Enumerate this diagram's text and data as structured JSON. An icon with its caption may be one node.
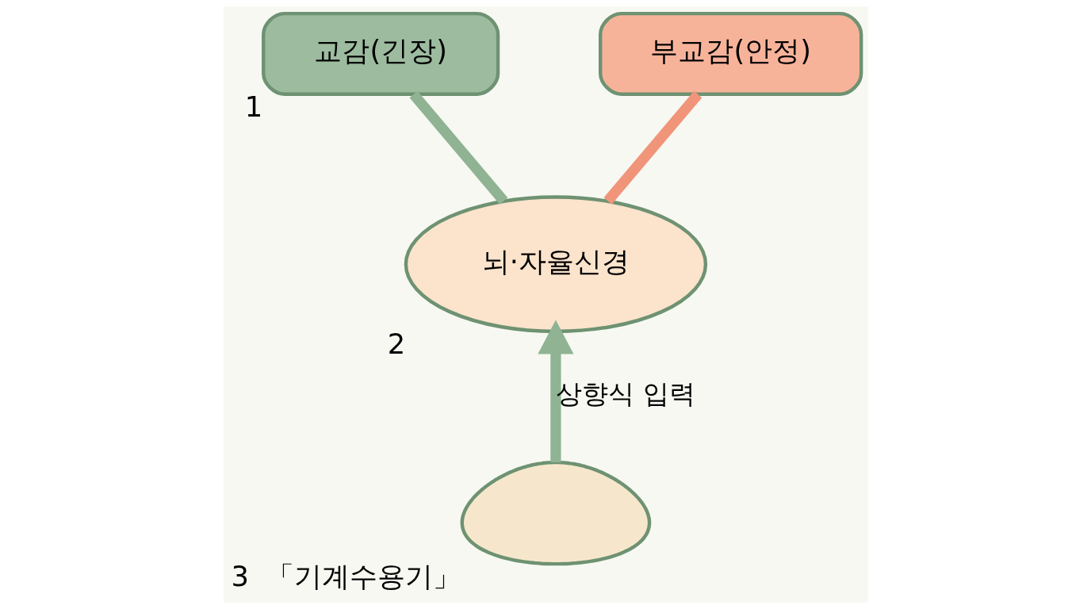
{
  "diagram": {
    "nodes": [
      {
        "text": [
          "교감(긴장)"
        ],
        "beside": [
          "1"
        ]
      },
      {
        "text": [
          "부교감(안정)"
        ]
      },
      {
        "text": [
          "뇌·자율신경"
        ],
        "beside": [
          "2"
        ]
      },
      {
        "text": [],
        "shape": "foot",
        "beside": [
          "3",
          "「기계수용기」"
        ]
      }
    ],
    "edges": [
      {
        "from": 2,
        "to": 0,
        "arrow": "none"
      },
      {
        "from": 2,
        "to": 1,
        "arrow": "none",
        "color": "#f0957a"
      },
      {
        "from": 3,
        "to": 2,
        "arrow": "to",
        "label": "상향식 입력"
      }
    ]
  }
}
